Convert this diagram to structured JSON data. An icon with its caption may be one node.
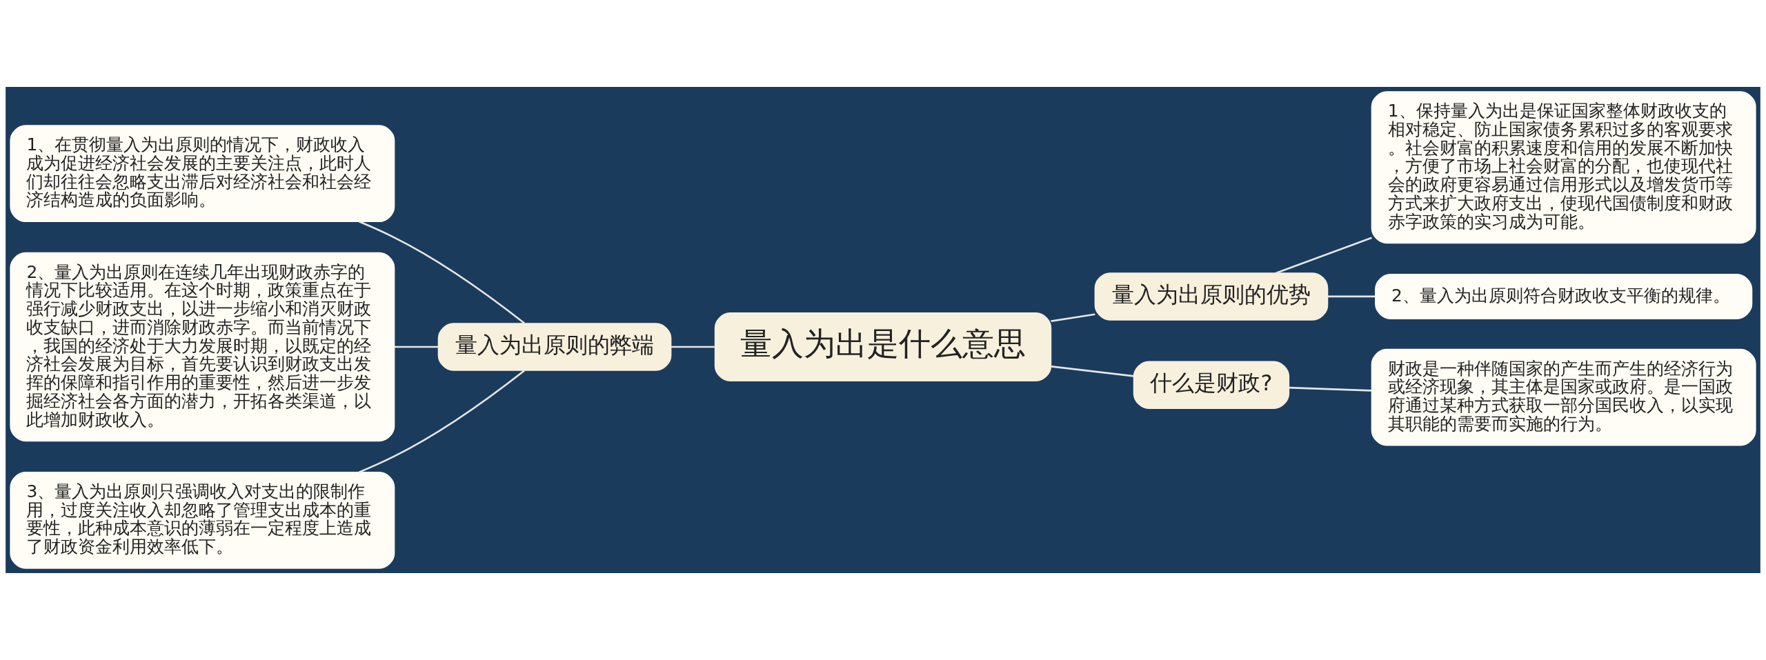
{
  "diagram": {
    "nodes": [
      {
        "text": [
          "量入为出是什么意思"
        ]
      },
      {
        "text": [
          "量入为出原则的弊端"
        ]
      },
      {
        "text": [
          "1、在贯彻量入为出原则的情况下，财政收入成为促进经济社会发展的主要关注点，此时人们却往往会忽略支出滞后对经济社会和社会经济结构造成的负面影响。"
        ]
      },
      {
        "text": [
          "2、量入为出原则在连续几年出现财政赤字的情况下比较适用。在这个时期，政策重点在于强行减少财政支出，以进一步缩小和消灭财政收支缺口，进而消除财政赤字。而当前情况下，我国的经济处于大力发展时期，以既定的经济社会发展为目标，首先要认识到财政支出发挥的保障和指引作用的重要性，然后进一步发掘经济社会各方面的潜力，开拓各类渠道，以此增加财政收入。"
        ]
      },
      {
        "text": [
          "3、量入为出原则只强调收入对支出的限制作用，过度关注收入却忽略了管理支出成本的重要性，此种成本意识的薄弱在一定程度上造成了财政资金利用效率低下。"
        ]
      },
      {
        "text": [
          "量入为出原则的优势"
        ]
      },
      {
        "text": [
          "1、保持量入为出是保证国家整体财政收支的相对稳定、防止国家债务累积过多的客观要求。社会财富的积累速度和信用的发展不断加快，方便了市场上社会财富的分配，也使现代社会的政府更容易通过信用形式以及增发货币等方式来扩大政府支出，使现代国债制度和财政赤字政策的实习成为可能。"
        ]
      },
      {
        "text": [
          "2、量入为出原则符合财政收支平衡的规律。"
        ]
      },
      {
        "text": [
          "什么是财政?"
        ]
      },
      {
        "text": [
          "财政是一种伴随国家的产生而产生的经济行为或经济现象，其主体是国家或政府。是一国政府通过某种方式获取一部分国民收入，以实现其职能的需要而实施的行为。"
        ]
      }
    ],
    "edges": [
      {
        "from": 0,
        "to": 1,
        "arrow": "none"
      },
      {
        "from": 1,
        "to": 2,
        "arrow": "none"
      },
      {
        "from": 1,
        "to": 3,
        "arrow": "none"
      },
      {
        "from": 1,
        "to": 4,
        "arrow": "none"
      },
      {
        "from": 0,
        "to": 5,
        "arrow": "none"
      },
      {
        "from": 5,
        "to": 6,
        "arrow": "none"
      },
      {
        "from": 5,
        "to": 7,
        "arrow": "none"
      },
      {
        "from": 0,
        "to": 8,
        "arrow": "none"
      },
      {
        "from": 8,
        "to": 9,
        "arrow": "none"
      }
    ]
  }
}
